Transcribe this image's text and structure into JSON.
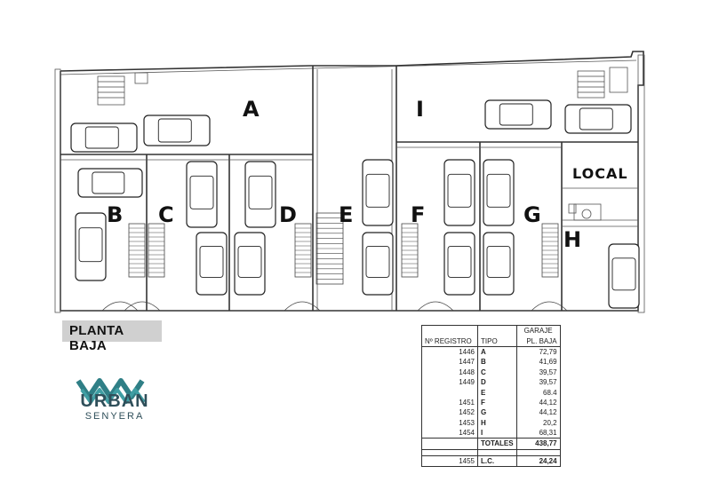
{
  "plan": {
    "zones": [
      "A",
      "I",
      "B",
      "C",
      "D",
      "E",
      "F",
      "G",
      "H"
    ],
    "local_label": "LOCAL",
    "floor_label": "PLANTA BAJA"
  },
  "logo": {
    "main": "URBAN",
    "sub": "SENYERA",
    "color": "#2f7f86"
  },
  "register": {
    "group_header": "GARAJE",
    "headers": [
      "Nº REGISTRO",
      "TIPO",
      "PL. BAJA"
    ],
    "rows": [
      {
        "reg": "1446",
        "tipo": "A",
        "area": "72,79"
      },
      {
        "reg": "1447",
        "tipo": "B",
        "area": "41,69"
      },
      {
        "reg": "1448",
        "tipo": "C",
        "area": "39,57"
      },
      {
        "reg": "1449",
        "tipo": "D",
        "area": "39,57"
      },
      {
        "reg": "",
        "tipo": "E",
        "area": "68.4"
      },
      {
        "reg": "1451",
        "tipo": "F",
        "area": "44,12"
      },
      {
        "reg": "1452",
        "tipo": "G",
        "area": "44,12"
      },
      {
        "reg": "1453",
        "tipo": "H",
        "area": "20,2"
      },
      {
        "reg": "1454",
        "tipo": "I",
        "area": "68,31"
      }
    ],
    "totals_label": "TOTALES",
    "totals_value": "438,77",
    "lc": {
      "reg": "1455",
      "tipo": "L.C.",
      "area": "24,24"
    }
  }
}
